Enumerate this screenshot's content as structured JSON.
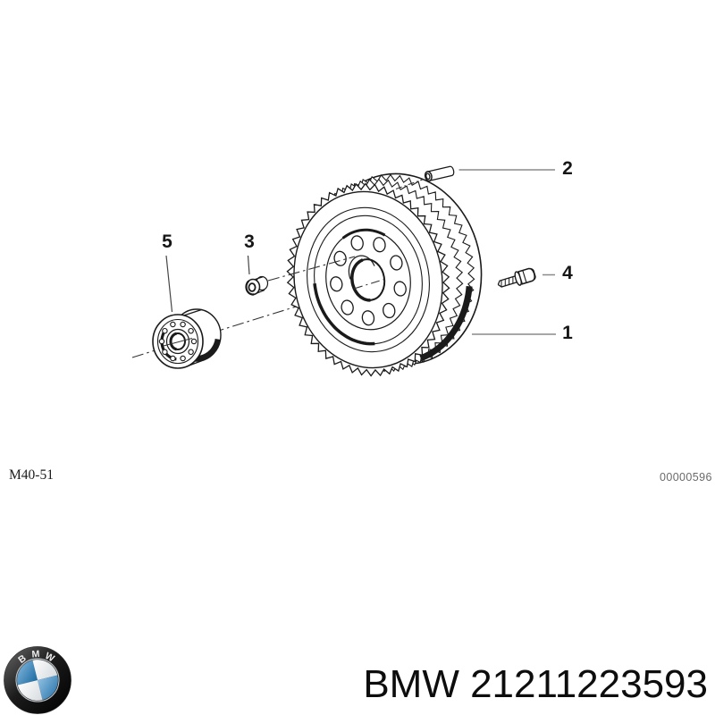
{
  "diagram": {
    "callouts": [
      {
        "label": "1"
      },
      {
        "label": "2"
      },
      {
        "label": "3"
      },
      {
        "label": "4"
      },
      {
        "label": "5"
      }
    ],
    "drawing_code": "M40-51",
    "image_number": "00000596"
  },
  "brand": {
    "roundel_letters": [
      "B",
      "M",
      "W"
    ],
    "title": "BMW 21211223593"
  },
  "colors": {
    "line": "#1a1a1a",
    "leader": "#8a8a8a",
    "bmw_blue": "#2e7db4"
  }
}
